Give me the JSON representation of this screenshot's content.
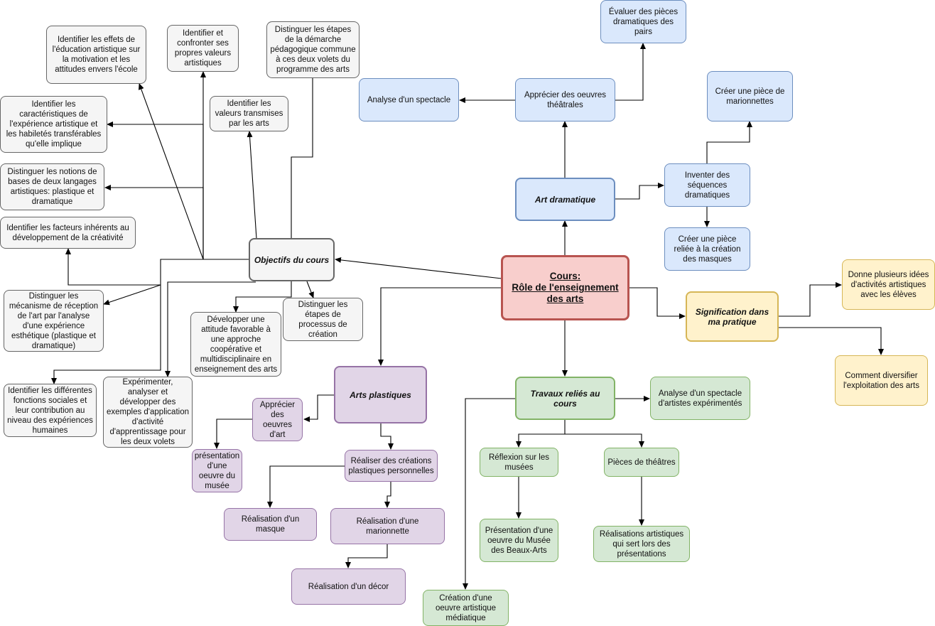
{
  "nodes": {
    "center": "Cours:\nRôle de l'enseignement des arts",
    "objectifs": "Objectifs du cours",
    "obj_effets": "Identifier les effets de l'éducation artistique sur la motivation et les attitudes envers l'école",
    "obj_confronter": "Identifier et confronter ses propres valeurs artistiques",
    "obj_distinguer_etapes_demarche": "Distinguer les étapes de la démarche pédagogique commune à ces deux volets du programme des arts",
    "obj_valeurs": "Identifier les valeurs transmises par les arts",
    "obj_caracteristiques": "Identifier les caractéristiques de l'expérience artistique et les habiletés transférables qu'elle implique",
    "obj_notions": "Distinguer les notions de bases de deux langages artistiques: plastique et dramatique",
    "obj_facteurs": "Identifier les facteurs inhérents au développement de la créativité",
    "obj_mecanisme": "Distinguer les mécanisme de réception de l'art par l'analyse d'une expérience esthétique (plastique et dramatique)",
    "obj_fonctions": "Identifier les différentes fonctions sociales et leur contribution au niveau des expériences humaines",
    "obj_experimenter": "Expérimenter, analyser et développer des exemples d'application d'activité d'apprentissage pour les deux volets",
    "obj_attitude": "Développer une attitude favorable à une approche coopérative et multidisciplinaire en enseignement des arts",
    "obj_processus": "Distinguer les étapes de processus de création",
    "art_dramatique": "Art dramatique",
    "ad_apprecier": "Apprécier des oeuvres théâtrales",
    "ad_analyse": "Analyse d'un spectacle",
    "ad_evaluer": "Évaluer des pièces dramatiques des pairs",
    "ad_inventer": "Inventer des séquences dramatiques",
    "ad_marionnettes": "Créer une pièce de marionnettes",
    "ad_masques": "Créer une pièce reliée à la création des masques",
    "signification": "Signification dans ma pratique",
    "sig_idees": "Donne plusieurs idées d'activités artistiques avec les élèves",
    "sig_diversifier": "Comment diversifier l'exploitation des arts",
    "arts_plastiques": "Arts plastiques",
    "ap_apprecier": "Apprécier des oeuvres d'art",
    "ap_presentation": "présentation d'une oeuvre du musée",
    "ap_realiser": "Réaliser des créations plastiques personnelles",
    "ap_masque": "Réalisation d'un masque",
    "ap_marionnette": "Réalisation d'une marionnette",
    "ap_decor": "Réalisation d'un décor",
    "travaux": "Travaux reliés au cours",
    "tr_analyse": "Analyse d'un spectacle d'artistes expérimentés",
    "tr_reflexion": "Réflexion sur les musées",
    "tr_presentation": "Présentation d'une oeuvre du Musée des Beaux-Arts",
    "tr_pieces": "Pièces de théâtres",
    "tr_realisations": "Réalisations artistiques qui sert lors des présentations",
    "tr_creation": "Création d'une oeuvre artistique médiatique"
  },
  "colors": {
    "gray_fill": "#f5f5f5",
    "gray_stroke": "#666666",
    "blue_fill": "#dae8fc",
    "blue_stroke": "#6c8ebf",
    "purple_fill": "#e1d5e7",
    "purple_stroke": "#9673a6",
    "green_fill": "#d5e8d4",
    "green_stroke": "#82b366",
    "yellow_fill": "#fff2cc",
    "yellow_stroke": "#d6b656",
    "red_fill": "#f8cecc",
    "red_stroke": "#b85450",
    "edge": "#000000"
  }
}
